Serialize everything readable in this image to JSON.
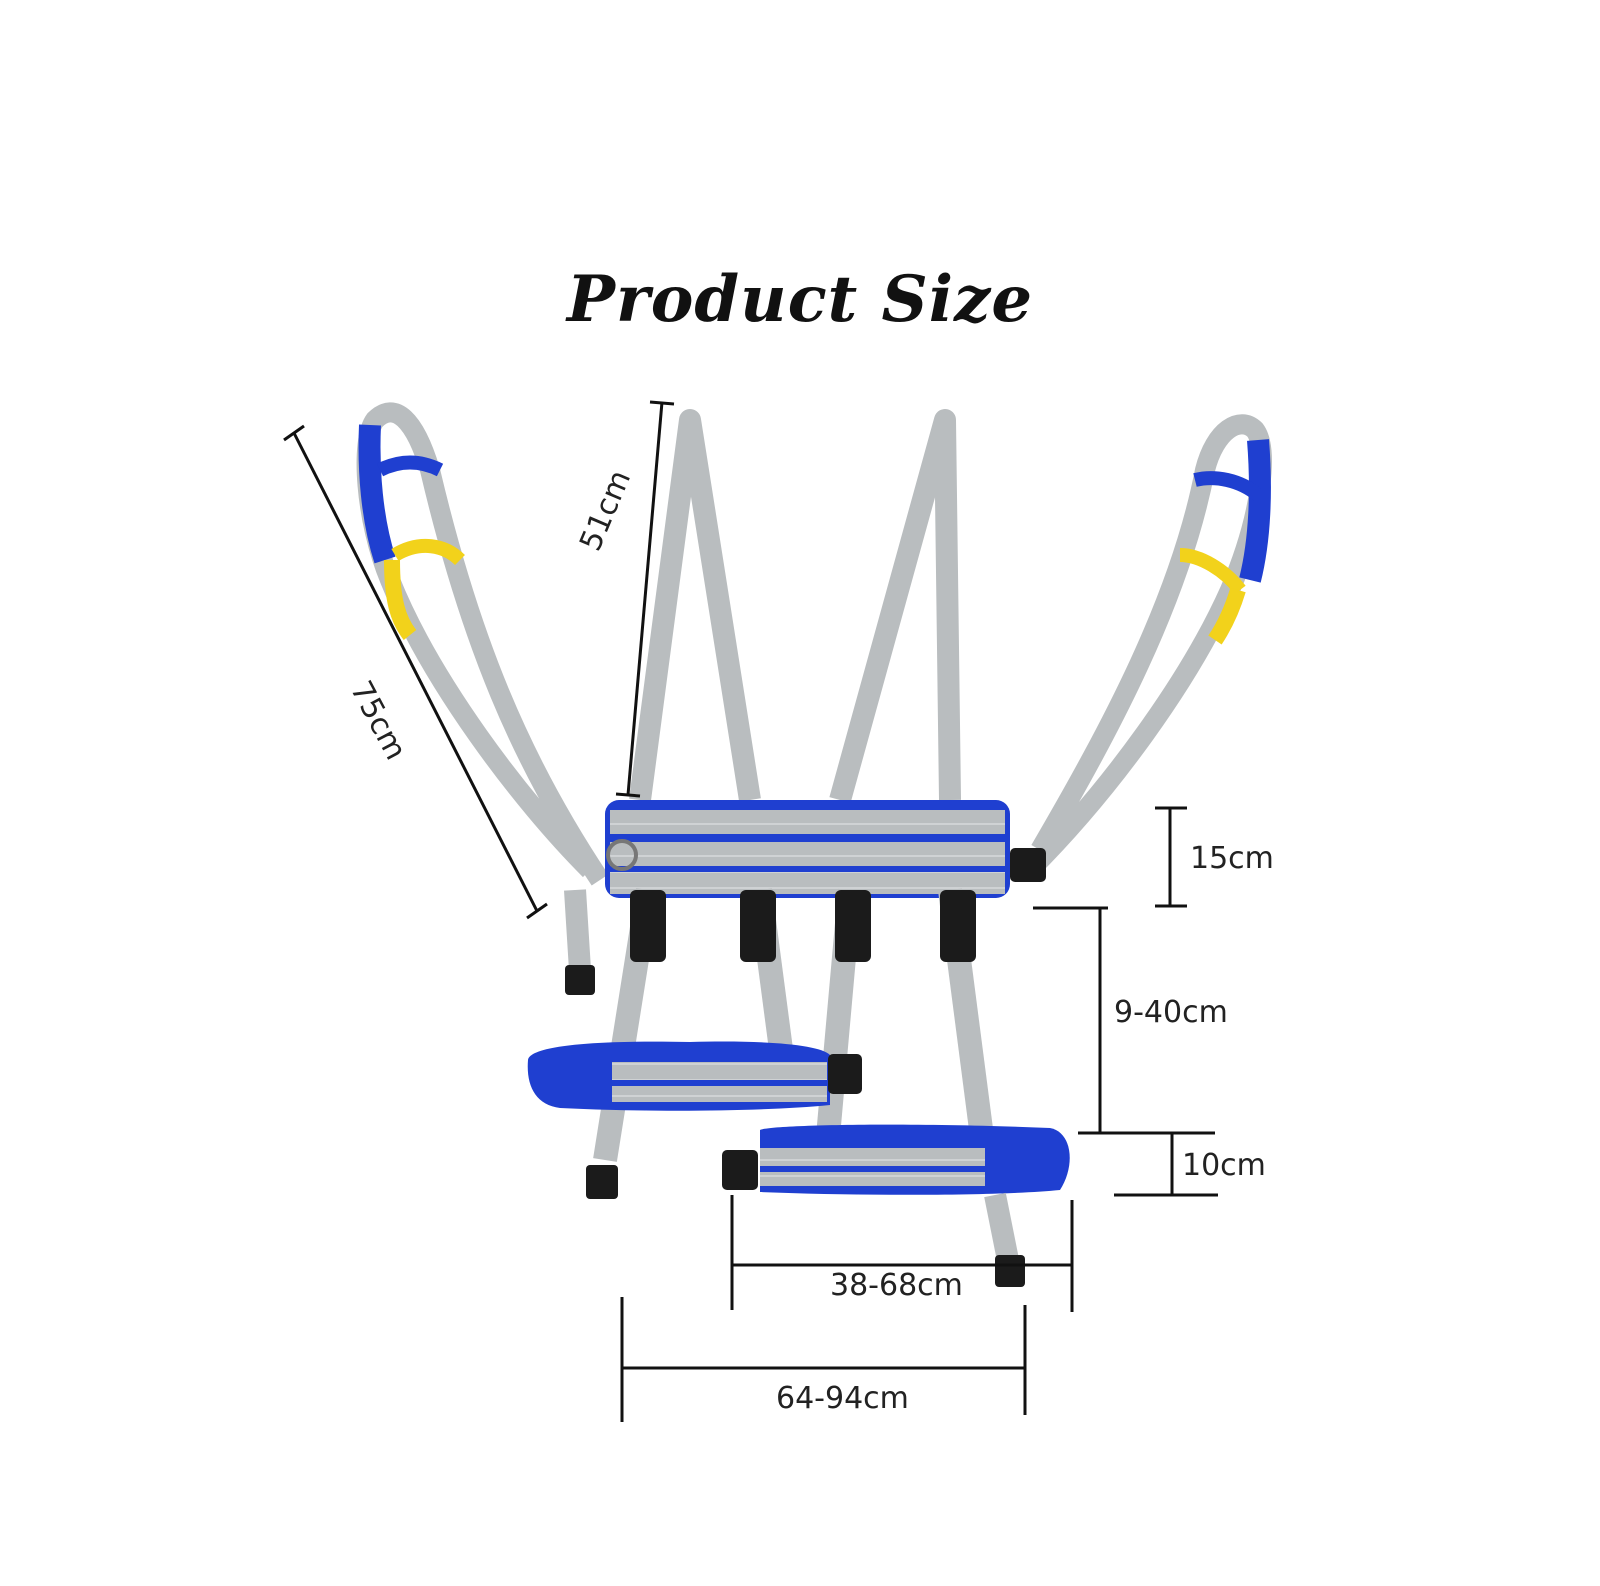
{
  "title": "Product Size",
  "dimensions": {
    "arm_strap": "75cm",
    "shoulder_strap": "51cm",
    "waist_pad_height": "15cm",
    "adjust_length": "9-40cm",
    "leg_pad_height": "10cm",
    "leg_pad_width": "38-68cm",
    "waist_width": "64-94cm"
  },
  "colors": {
    "strap_gray": "#b9bdbf",
    "pad_blue": "#1f3fd0",
    "handle_yellow": "#f2d21b",
    "buckle_black": "#1b1b1b",
    "line_dark": "#111111"
  }
}
